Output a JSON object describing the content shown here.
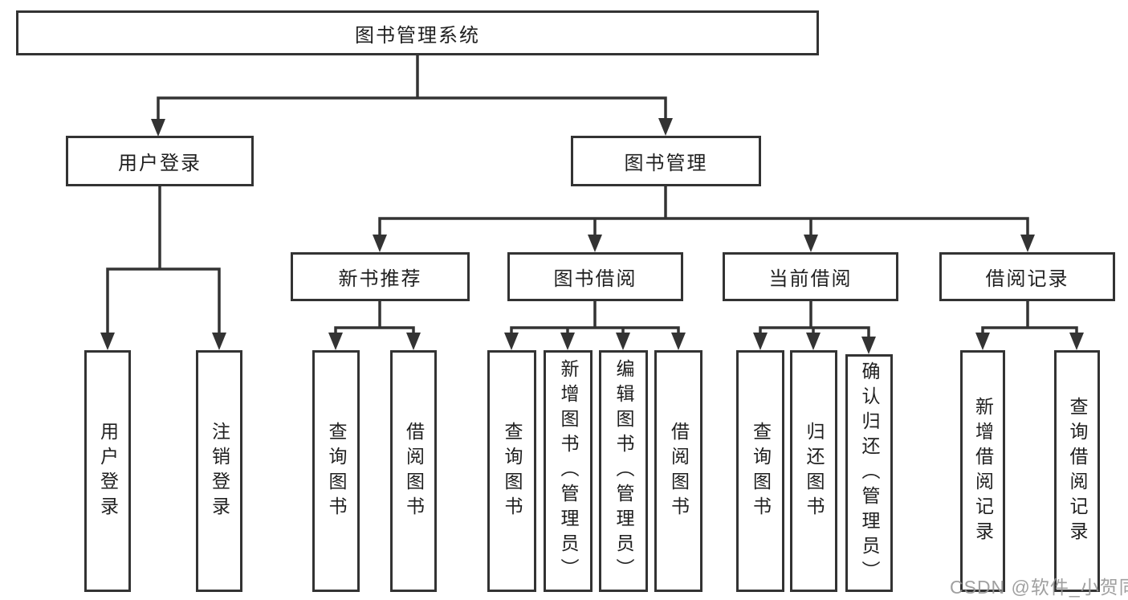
{
  "colors": {
    "line": "#333333",
    "text": "#1f1f1f",
    "watermark": "#969696",
    "background": "#ffffff"
  },
  "watermark": {
    "text": "CSDN @软件_小贺同学"
  },
  "tree": {
    "label": "图书管理系统",
    "children": [
      {
        "label": "用户登录",
        "children": [
          {
            "label": "用户登录"
          },
          {
            "label": "注销登录"
          }
        ]
      },
      {
        "label": "图书管理",
        "children": [
          {
            "label": "新书推荐",
            "children": [
              {
                "label": "查询图书"
              },
              {
                "label": "借阅图书"
              }
            ]
          },
          {
            "label": "图书借阅",
            "children": [
              {
                "label": "查询图书"
              },
              {
                "label": "新增图书（管理员）"
              },
              {
                "label": "编辑图书（管理员）"
              },
              {
                "label": "借阅图书"
              }
            ]
          },
          {
            "label": "当前借阅",
            "children": [
              {
                "label": "查询图书"
              },
              {
                "label": "归还图书"
              },
              {
                "label": "确认归还（管理员）"
              }
            ]
          },
          {
            "label": "借阅记录",
            "children": [
              {
                "label": "新增借阅记录"
              },
              {
                "label": "查询借阅记录"
              }
            ]
          }
        ]
      }
    ]
  }
}
